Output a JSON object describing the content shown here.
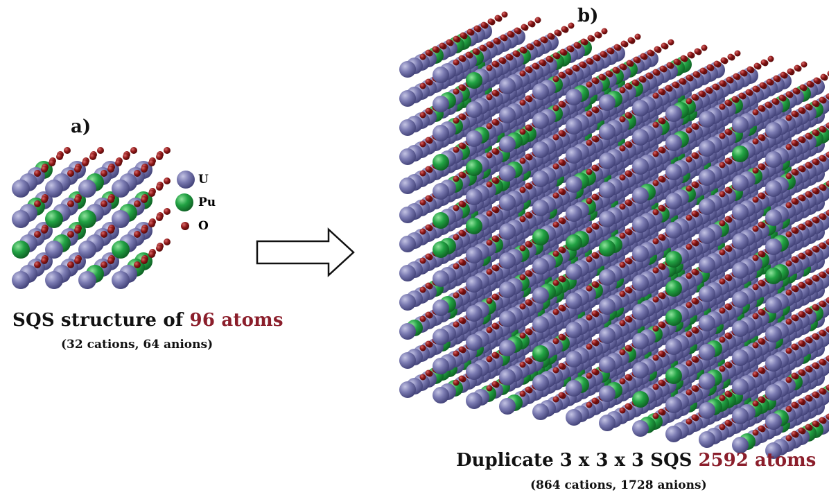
{
  "panels": {
    "a_label": "a)",
    "b_label": "b)"
  },
  "legend": [
    {
      "symbol": "U",
      "color": "#7070a8"
    },
    {
      "symbol": "Pu",
      "color": "#1e9a3c"
    },
    {
      "symbol": "O",
      "color": "#8b1616"
    }
  ],
  "small_structure": {
    "title_prefix": "SQS structure of ",
    "title_highlight": "96 atoms",
    "subtitle": "(32 cations, 64 anions)"
  },
  "large_structure": {
    "title_prefix": "Duplicate 3 x 3 x 3 SQS ",
    "title_highlight": "2592 atoms",
    "subtitle": "(864 cations, 1728 anions)"
  },
  "colors": {
    "uranium": "#7070a8",
    "plutonium": "#1e9a3c",
    "oxygen": "#8b1616",
    "highlight_text": "#8b1e2b"
  },
  "icons": [
    "right-arrow-icon"
  ]
}
